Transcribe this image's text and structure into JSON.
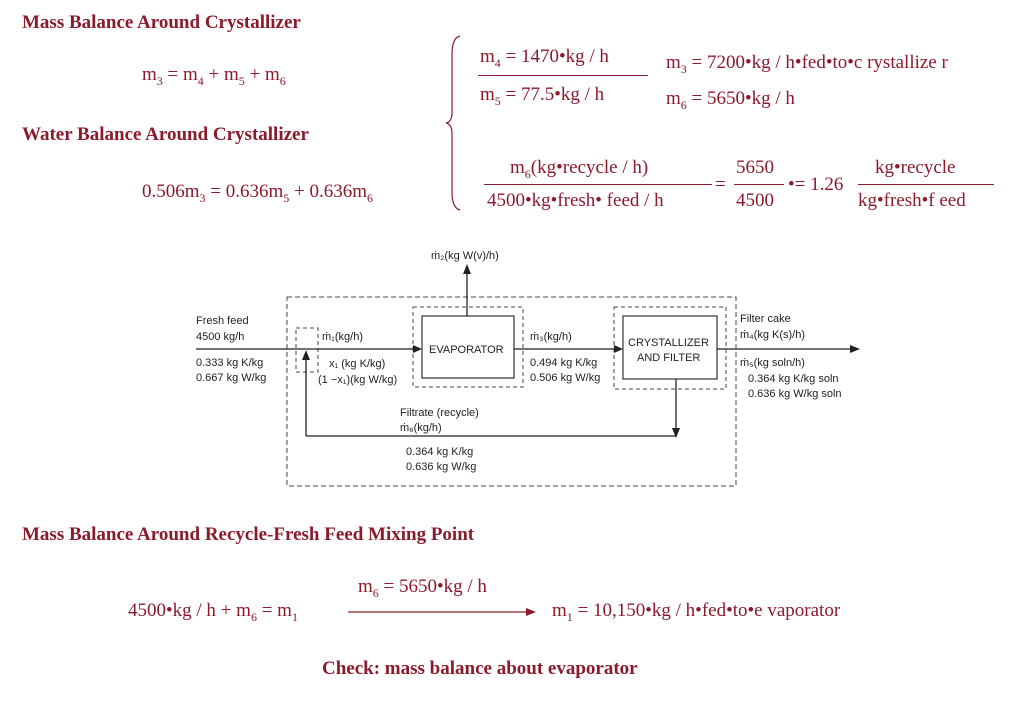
{
  "headings": {
    "mass_crystallizer": "Mass Balance Around Crystallizer",
    "water_crystallizer": "Water Balance Around Crystallizer",
    "mass_mixing": "Mass Balance Around Recycle-Fresh Feed Mixing Point",
    "check": "Check: mass balance about evaporator"
  },
  "equations": {
    "eq1": {
      "lhs": "m",
      "lhs_sub": "3",
      "rhs": "= m",
      "r1": "4",
      "r2": "+ m",
      "r2s": "5",
      "r3": "+ m",
      "r3s": "6"
    },
    "eq2": {
      "a": "0.506m",
      "a_sub": "3",
      "b": "= 0.636m",
      "b_sub": "5",
      "c": "+ 0.636m",
      "c_sub": "6"
    },
    "given": {
      "m4": "= 1470•kg  / h",
      "m5": "= 77.5•kg  / h",
      "m3": "= 7200•kg  / h•fed•to•c    rystallize  r",
      "m6": "= 5650•kg  / h"
    },
    "ratio": {
      "num_left": "(kg•recycle   / h)",
      "den_left": "4500•kg•fresh•    feed / h",
      "num_mid": "5650",
      "den_mid": "4500",
      "result": "•= 1.26",
      "num_right": "kg•recycle",
      "den_right": "kg•fresh•f    eed"
    },
    "mixing": {
      "left": "4500•kg  / h + m",
      "left_sub": "6",
      "left_eq": "= m",
      "left_eq_sub": "1",
      "arrow_label": "= 5650•kg  / h",
      "result": "= 10,150•kg  / h•fed•to•e    vaporator"
    }
  },
  "diagram": {
    "m2_label": "ṁ₂(kg W(v)/h)",
    "fresh_feed": "Fresh feed",
    "fresh_rate": "4500 kg/h",
    "fresh_k": "0.333 kg K/kg",
    "fresh_w": "0.667 kg W/kg",
    "m1_label": "ṁ₁(kg/h)",
    "x1_label": "x₁ (kg K/kg)",
    "x1w_label": "(1 −x₁)(kg W/kg)",
    "evaporator": "EVAPORATOR",
    "m3_label": "ṁ₃(kg/h)",
    "m3_k": "0.494 kg K/kg",
    "m3_w": "0.506 kg W/kg",
    "crystallizer_1": "CRYSTALLIZER",
    "crystallizer_2": "AND FILTER",
    "filter_cake": "Filter cake",
    "m4_label": "ṁ₄(kg K(s)/h)",
    "m5_label": "ṁ₅(kg soln/h)",
    "m5_k": "0.364 kg K/kg soln",
    "m5_w": "0.636 kg W/kg soln",
    "filtrate": "Filtrate (recycle)",
    "m6_label": "ṁ₆(kg/h)",
    "m6_k": "0.364 kg K/kg",
    "m6_w": "0.636 kg W/kg"
  }
}
